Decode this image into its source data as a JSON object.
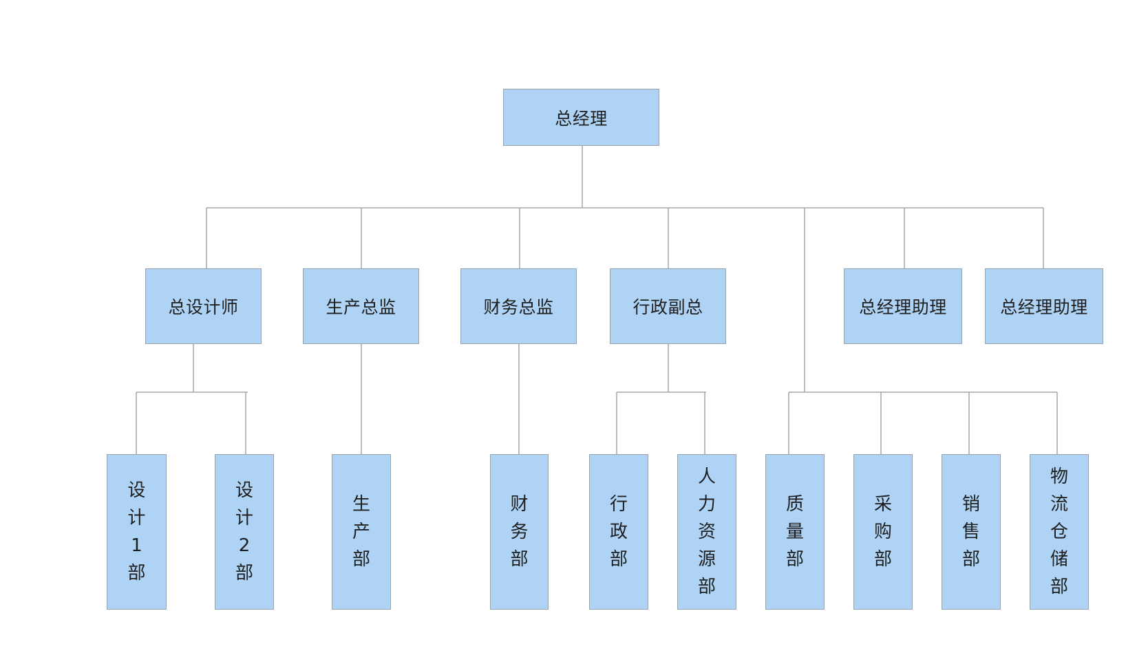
{
  "org_chart": {
    "root": {
      "label": "总经理"
    },
    "level1": [
      {
        "label": "总设计师"
      },
      {
        "label": "生产总监"
      },
      {
        "label": "财务总监"
      },
      {
        "label": "行政副总"
      },
      {
        "label": "总经理助理"
      },
      {
        "label": "总经理助理"
      }
    ],
    "level2": [
      {
        "label": "设计1部"
      },
      {
        "label": "设计2部"
      },
      {
        "label": "生产部"
      },
      {
        "label": "财务部"
      },
      {
        "label": "行政部"
      },
      {
        "label": "人力资源部"
      },
      {
        "label": "质量部"
      },
      {
        "label": "采购部"
      },
      {
        "label": "销售部"
      },
      {
        "label": "物流仓储部"
      }
    ]
  },
  "colors": {
    "node_fill": "#aed3f5",
    "node_border": "#9aa4ad",
    "connector": "#a6a6a6",
    "text": "#1e1e1e"
  }
}
